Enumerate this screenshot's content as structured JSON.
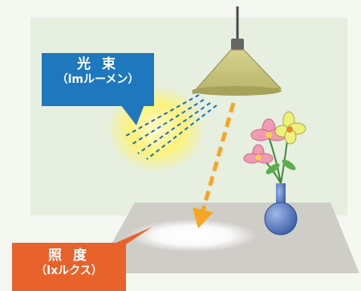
{
  "flux_label": {
    "title": "光 束",
    "unit": "（lmルーメン）"
  },
  "illuminance_label": {
    "title": "照 度",
    "unit": "（lxルクス）"
  },
  "colors": {
    "background": "#f4f8f1",
    "room_panel": "#e6efe0",
    "floor": "#cfcdc8",
    "lamp_shade": "#c8c37a",
    "light_glow": "#fff36b",
    "flux_blue": "#1f78bd",
    "illuminance_orange": "#e8622c",
    "arrow_orange": "#f5a623",
    "vase": "#4a6fb8"
  }
}
